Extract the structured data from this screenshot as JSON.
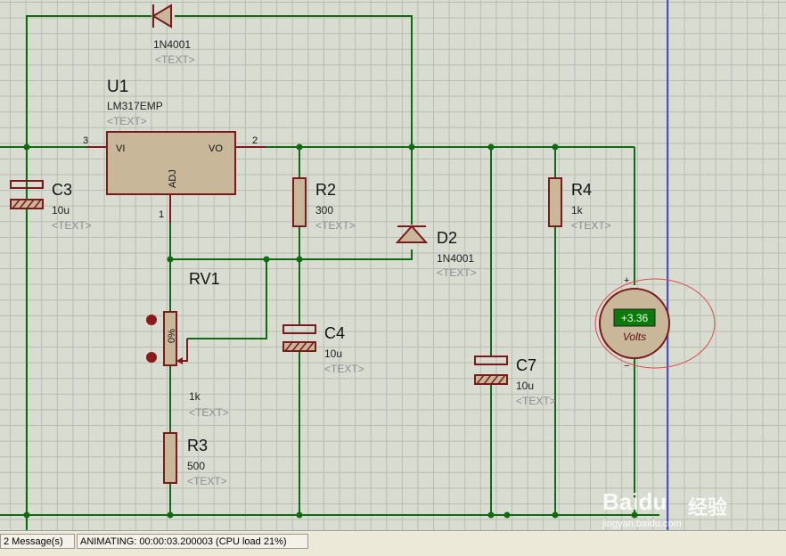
{
  "schematic": {
    "u1": {
      "ref": "U1",
      "part": "LM317EMP",
      "text": "<TEXT>",
      "pin_vi": "VI",
      "pin_vo": "VO",
      "pin_adj": "ADJ",
      "pin3": "3",
      "pin2": "2",
      "pin1": "1"
    },
    "d1": {
      "part": "1N4001",
      "text": "<TEXT>"
    },
    "d2": {
      "ref": "D2",
      "part": "1N4001",
      "text": "<TEXT>"
    },
    "c3": {
      "ref": "C3",
      "value": "10u",
      "text": "<TEXT>"
    },
    "c4": {
      "ref": "C4",
      "value": "10u",
      "text": "<TEXT>"
    },
    "c7": {
      "ref": "C7",
      "value": "10u",
      "text": "<TEXT>"
    },
    "r2": {
      "ref": "R2",
      "value": "300",
      "text": "<TEXT>"
    },
    "r3": {
      "ref": "R3",
      "value": "500",
      "text": "<TEXT>"
    },
    "r4": {
      "ref": "R4",
      "value": "1k",
      "text": "<TEXT>"
    },
    "rv1": {
      "ref": "RV1",
      "value": "1k",
      "text": "<TEXT>",
      "wiper": "0%"
    },
    "voltmeter": {
      "reading": "+3.36",
      "unit": "Volts",
      "plus": "+",
      "minus": "−"
    }
  },
  "statusbar": {
    "messages": "2 Message(s)",
    "status": "ANIMATING: 00:00:03.200003 (CPU load 21%)"
  },
  "watermark": {
    "logo": "Baidu",
    "text": "经验",
    "url": "jingyan.baidu.com"
  },
  "colors": {
    "wire": "#0f6b0f",
    "component": "#7a1a1a",
    "probe_line": "#1f1fd0",
    "meter_display": "#0a7a0a"
  }
}
